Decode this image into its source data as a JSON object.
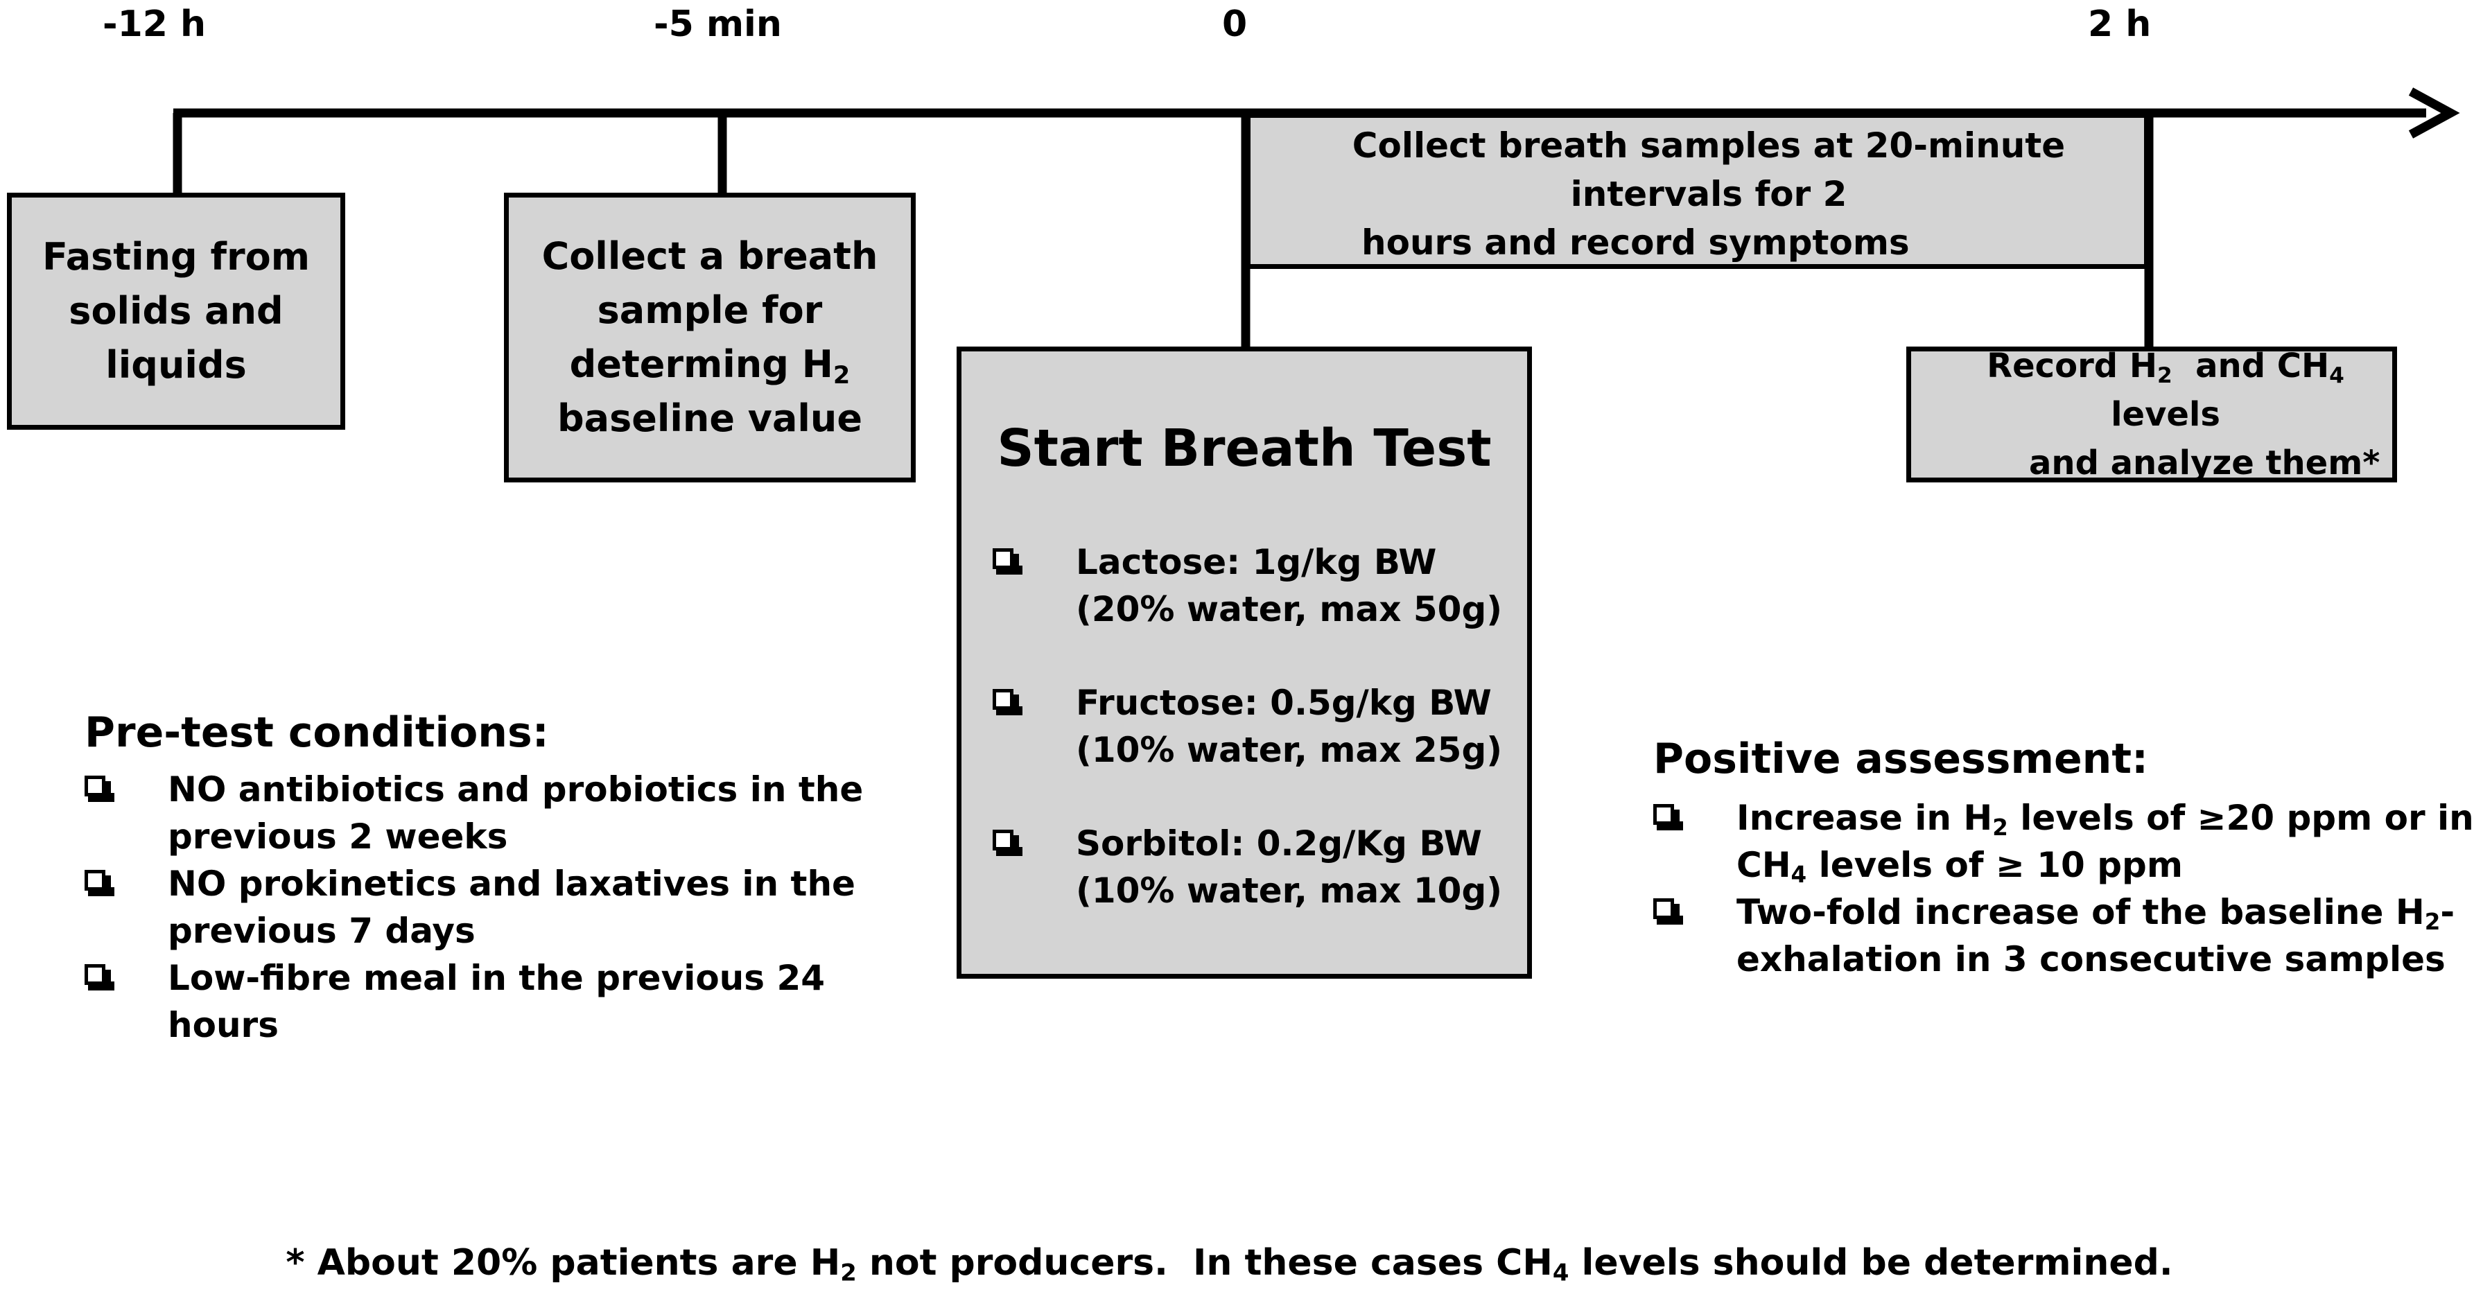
{
  "timeline": {
    "ticks": [
      "-12 h",
      "-5 min",
      "0",
      "2 h"
    ]
  },
  "boxes": {
    "fasting": [
      "Fasting from",
      "solids and",
      "liquids"
    ],
    "baseline": {
      "line1": "Collect a breath",
      "line2": "sample for",
      "line3_pre": "determing H",
      "line3_sub": "2",
      "line4": "baseline value"
    },
    "collect": {
      "line1": "Collect breath samples at 20-minute intervals for 2",
      "line2": "hours and record symptoms"
    },
    "record": {
      "l1_a": "Record H",
      "l1_sub1": "2",
      "l1_b": "  and CH",
      "l1_sub2": "4",
      "l1_c": " levels",
      "line2": "and analyze them*"
    }
  },
  "start_test": {
    "title": "Start Breath Test",
    "items": [
      {
        "line1": "Lactose: 1g/kg BW",
        "line2": "(20% water, max 50g)"
      },
      {
        "line1": "Fructose: 0.5g/kg BW",
        "line2": "(10% water, max 25g)"
      },
      {
        "line1": "Sorbitol: 0.2g/Kg BW",
        "line2": "(10% water, max 10g)"
      }
    ]
  },
  "pretest": {
    "title": "Pre-test conditions:",
    "items": [
      {
        "line1": "NO antibiotics and probiotics in the",
        "line2": "previous 2 weeks"
      },
      {
        "line1": "NO prokinetics and laxatives  in the",
        "line2": "previous 7 days"
      },
      {
        "line1": "Low-fibre meal in  the previous 24",
        "line2": "hours"
      }
    ]
  },
  "positive": {
    "title": "Positive assessment:",
    "item1": {
      "l1_a": "Increase in H",
      "l1_sub": "2",
      "l1_b": " levels of ≥20 ppm or in",
      "l2_a": "CH",
      "l2_sub": "4",
      "l2_b": " levels of ≥ 10 ppm"
    },
    "item2": {
      "l1_a": "Two-fold increase of the baseline H",
      "l1_sub": "2",
      "l1_b": "-",
      "line2": "exhalation in 3 consecutive samples"
    }
  },
  "footnote": {
    "a": "* About 20% patients are H",
    "sub1": "2",
    "b": " not producers.  In these cases CH",
    "sub2": "4",
    "c": " levels should be determined."
  }
}
